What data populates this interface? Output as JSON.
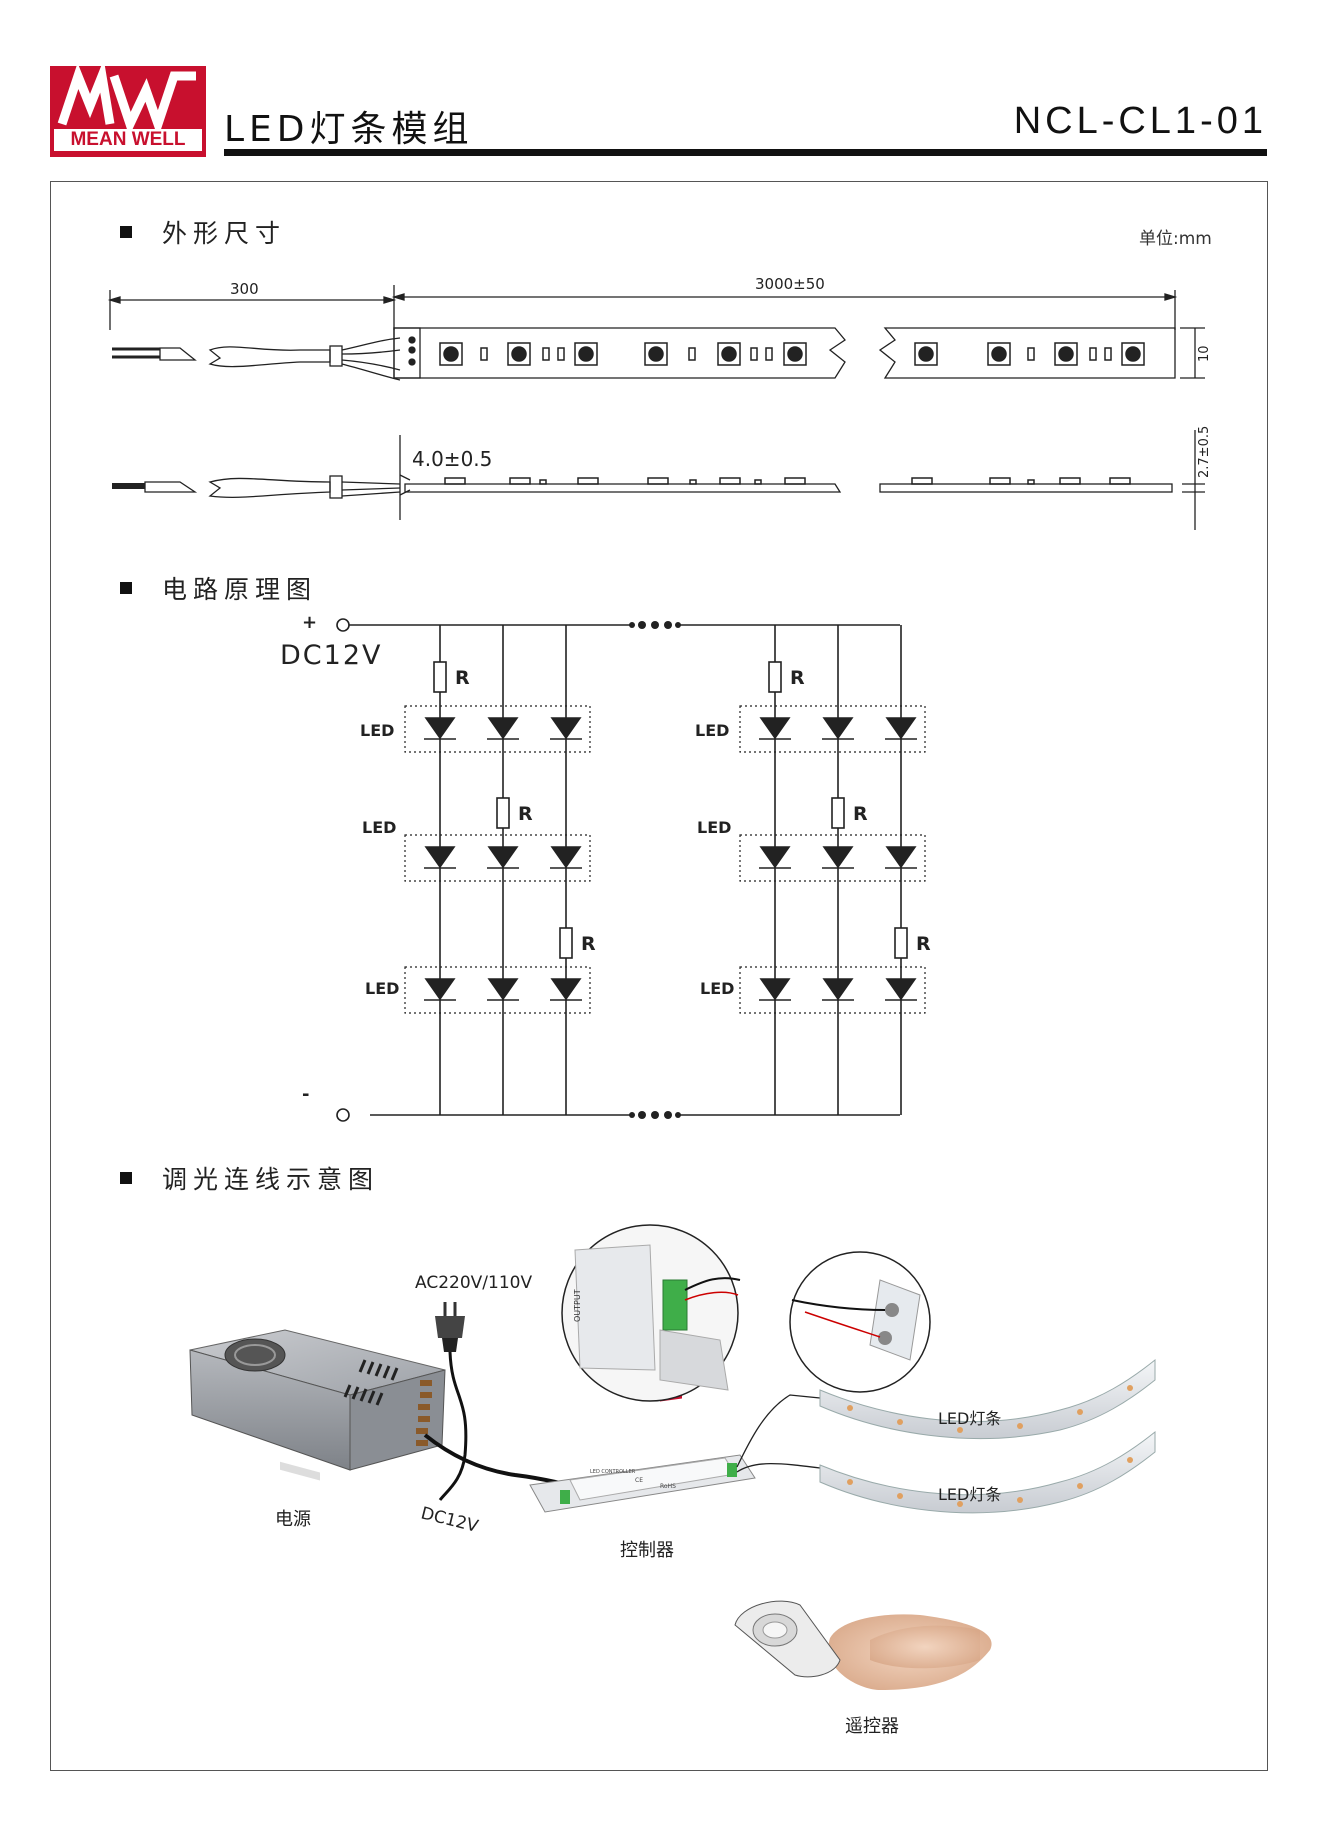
{
  "header": {
    "logo_text": "MEAN WELL",
    "title": "LED灯条模组",
    "model": "NCL-CL1-01"
  },
  "section_dimensions": {
    "title": "外形尺寸",
    "unit": "单位:mm",
    "cable_length": "300",
    "strip_length": "3000±50",
    "width": "10",
    "cable_dia": "4.0±0.5",
    "thickness": "2.7±0.5"
  },
  "section_circuit": {
    "title": "电路原理图",
    "plus": "+",
    "minus": "-",
    "supply": "DC12V",
    "resistor": "R",
    "led": "LED"
  },
  "section_wiring": {
    "title": "调光连线示意图",
    "ac_input": "AC220V/110V",
    "psu_label": "电源",
    "dc_label": "DC12V",
    "controller_label": "控制器",
    "strip_label": "LED灯条",
    "remote_label": "遥控器",
    "controller_brand": "LED CONTROLLER",
    "controller_rohs": "RoHS",
    "controller_ce": "CE",
    "terminal_output": "OUTPUT"
  },
  "colors": {
    "brand_red": "#c8102e",
    "line": "#222222"
  }
}
